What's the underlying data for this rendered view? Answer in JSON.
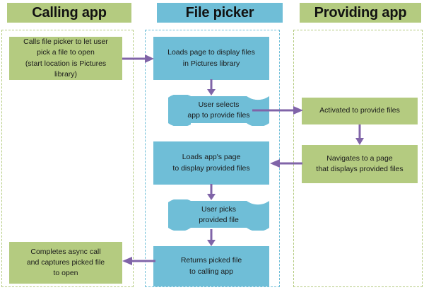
{
  "diagram": {
    "title": "File picker flow between calling app, file picker, and providing app",
    "colors": {
      "green": "#b4cb80",
      "blue": "#6fbed7",
      "arrow": "#8064a8",
      "text": "#1a1a1a",
      "background": "#ffffff"
    },
    "lanes": [
      {
        "id": "calling",
        "header": "Calling app",
        "accent": "green"
      },
      {
        "id": "picker",
        "header": "File picker",
        "accent": "blue"
      },
      {
        "id": "providing",
        "header": "Providing app",
        "accent": "green"
      }
    ],
    "nodes": {
      "calls_file_picker": {
        "lane": "calling",
        "shape": "rectangle",
        "line1": "Calls file picker  to let user",
        "line2": "pick a file to open",
        "line3": "(start location  is Pictures library)"
      },
      "completes_async": {
        "lane": "calling",
        "shape": "rectangle",
        "line1": "Completes async call",
        "line2": "and captures picked file",
        "line3": "to open"
      },
      "loads_pictures": {
        "lane": "picker",
        "shape": "rectangle",
        "line1": "Loads page to display files",
        "line2": "in Pictures library"
      },
      "user_selects_app": {
        "lane": "picker",
        "shape": "flag",
        "line1": "User selects",
        "line2": "app to provide files"
      },
      "loads_app_page": {
        "lane": "picker",
        "shape": "rectangle",
        "line1": "Loads app's page",
        "line2": "to display provided files"
      },
      "user_picks_file": {
        "lane": "picker",
        "shape": "flag",
        "line1": "User picks",
        "line2": "provided file"
      },
      "returns_picked_file": {
        "lane": "picker",
        "shape": "rectangle",
        "line1": "Returns picked file",
        "line2": "to calling app"
      },
      "activated_to_provide": {
        "lane": "providing",
        "shape": "rectangle",
        "line1": "Activated to provide files"
      },
      "navigates_to_page": {
        "lane": "providing",
        "shape": "rectangle",
        "line1": "Navigates to a page",
        "line2": "that displays provided files"
      }
    },
    "arrows": [
      {
        "id": "calls-to-loads",
        "from": "calls_file_picker",
        "to": "loads_pictures",
        "direction": "right"
      },
      {
        "id": "loads-to-selects",
        "from": "loads_pictures",
        "to": "user_selects_app",
        "direction": "down"
      },
      {
        "id": "selects-to-activated",
        "from": "user_selects_app",
        "to": "activated_to_provide",
        "direction": "right"
      },
      {
        "id": "activated-to-navigates",
        "from": "activated_to_provide",
        "to": "navigates_to_page",
        "direction": "down"
      },
      {
        "id": "navigates-to-loadsapp",
        "from": "navigates_to_page",
        "to": "loads_app_page",
        "direction": "left"
      },
      {
        "id": "loadsapp-to-picks",
        "from": "loads_app_page",
        "to": "user_picks_file",
        "direction": "down"
      },
      {
        "id": "picks-to-returns",
        "from": "user_picks_file",
        "to": "returns_picked_file",
        "direction": "down"
      },
      {
        "id": "returns-to-completes",
        "from": "returns_picked_file",
        "to": "completes_async",
        "direction": "left"
      }
    ]
  }
}
